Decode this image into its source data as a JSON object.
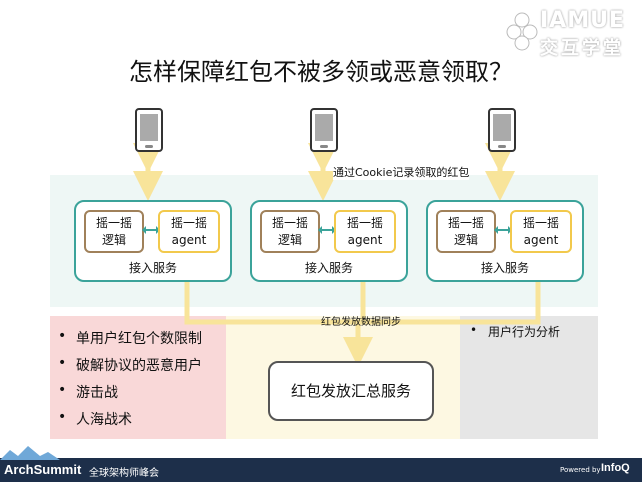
{
  "title": "怎样保障红包不被多领或恶意领取？",
  "logo": {
    "line1": "IAMUE",
    "line2": "交互学堂"
  },
  "service_nodes": [
    {
      "logic": "摇一摇\n逻辑",
      "agent": "摇一摇\nagent",
      "label": "接入服务"
    },
    {
      "logic": "摇一摇\n逻辑",
      "agent": "摇一摇\nagent",
      "label": "接入服务"
    },
    {
      "logic": "摇一摇\n逻辑",
      "agent": "摇一摇\nagent",
      "label": "接入服务"
    }
  ],
  "cookie_label": "通过Cookie记录领取的红包",
  "sync_label": "红包发放数据同步",
  "summary_service": "红包发放汇总服务",
  "left_bullets": [
    "单用户红包个数限制",
    "破解协议的恶意用户",
    "游击战",
    "人海战术"
  ],
  "right_bullets": [
    "用户行为分析"
  ],
  "footer": {
    "brand": "ArchSummit",
    "conference": "全球架构师峰会",
    "powered": "Powered by",
    "infoq": "InfoQ"
  },
  "colors": {
    "teal": "#3ba39a",
    "logic_border": "#a0815a",
    "agent_border": "#f2c94c",
    "flow_arrow": "#f8e49a",
    "footer_bg": "#1d2f4a"
  }
}
